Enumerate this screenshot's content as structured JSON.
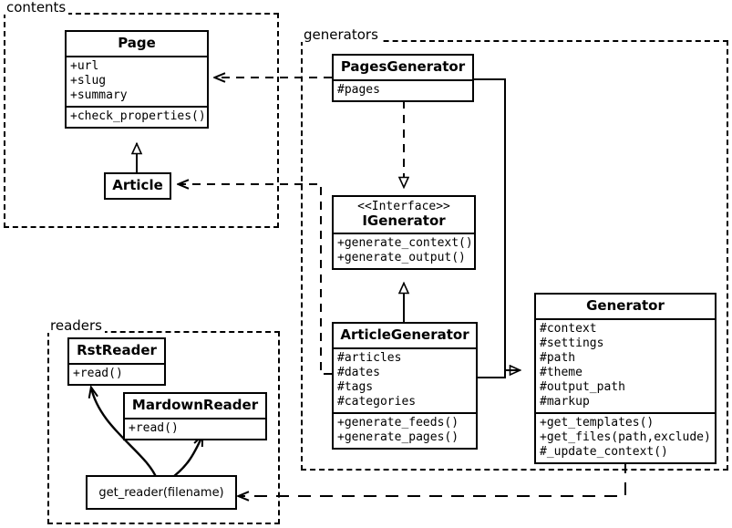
{
  "diagram": {
    "type": "uml-class-diagram",
    "packages": [
      {
        "id": "contents",
        "label": "contents"
      },
      {
        "id": "generators",
        "label": "generators"
      },
      {
        "id": "readers",
        "label": "readers"
      }
    ],
    "classes": {
      "page": {
        "name": "Page",
        "attributes": [
          "+url",
          "+slug",
          "+summary"
        ],
        "methods": [
          "+check_properties()"
        ]
      },
      "article": {
        "name": "Article",
        "attributes": [],
        "methods": []
      },
      "pages_generator": {
        "name": "PagesGenerator",
        "attributes": [
          "#pages"
        ],
        "methods": []
      },
      "igenerator": {
        "stereotype": "<<Interface>>",
        "name": "IGenerator",
        "attributes": [],
        "methods": [
          "+generate_context()",
          "+generate_output()"
        ]
      },
      "article_generator": {
        "name": "ArticleGenerator",
        "attributes": [
          "#articles",
          "#dates",
          "#tags",
          "#categories"
        ],
        "methods": [
          "+generate_feeds()",
          "+generate_pages()"
        ]
      },
      "generator": {
        "name": "Generator",
        "attributes": [
          "#context",
          "#settings",
          "#path",
          "#theme",
          "#output_path",
          "#markup"
        ],
        "methods": [
          "+get_templates()",
          "+get_files(path,exclude)",
          "#_update_context()"
        ]
      },
      "rst_reader": {
        "name": "RstReader",
        "attributes": [],
        "methods": [
          "+read()"
        ]
      },
      "mardown_reader": {
        "name": "MardownReader",
        "attributes": [],
        "methods": [
          "+read()"
        ]
      }
    },
    "functions": {
      "get_reader": {
        "label": "get_reader(filename)"
      }
    },
    "relations": [
      {
        "from": "article",
        "to": "page",
        "kind": "generalization"
      },
      {
        "from": "pages_generator",
        "to": "igenerator",
        "kind": "realization"
      },
      {
        "from": "article_generator",
        "to": "igenerator",
        "kind": "generalization"
      },
      {
        "from": "pages_generator",
        "to": "generator",
        "kind": "generalization"
      },
      {
        "from": "article_generator",
        "to": "generator",
        "kind": "generalization"
      },
      {
        "from": "pages_generator",
        "to": "page",
        "kind": "dependency"
      },
      {
        "from": "article_generator",
        "to": "article",
        "kind": "dependency"
      },
      {
        "from": "generator",
        "to": "get_reader",
        "kind": "dependency"
      },
      {
        "from": "get_reader",
        "to": "rst_reader",
        "kind": "dependency"
      },
      {
        "from": "get_reader",
        "to": "mardown_reader",
        "kind": "dependency"
      }
    ],
    "colors": {
      "stroke": "#000000",
      "fill": "#ffffff"
    }
  }
}
